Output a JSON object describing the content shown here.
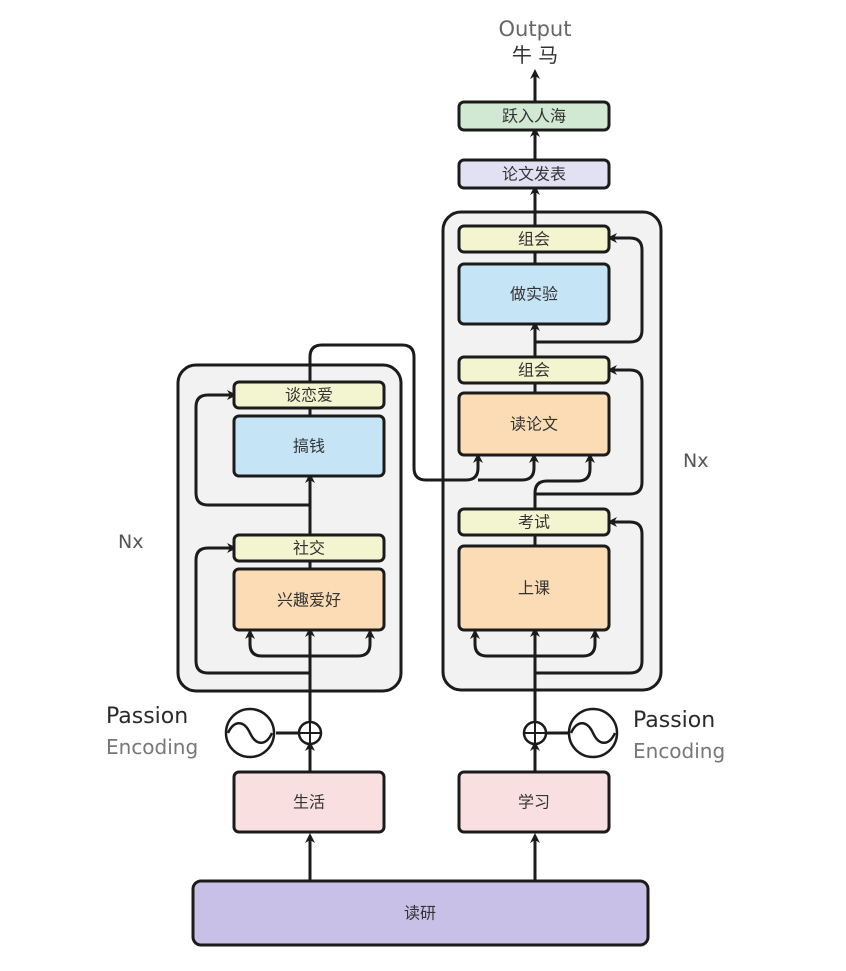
{
  "output": {
    "title": "Output",
    "subtitle": "牛 马"
  },
  "decoder_top": {
    "final_box": "跃入人海",
    "linear_box": "论文发表"
  },
  "encoder": {
    "repeat_label": "Nx",
    "add_norm_top": "谈恋爱",
    "feed_forward": "搞钱",
    "add_norm_bottom": "社交",
    "attention": "兴趣爱好"
  },
  "decoder": {
    "repeat_label": "Nx",
    "add_norm_top": "组会",
    "feed_forward": "做实验",
    "add_norm_mid": "组会",
    "cross_attention": "读论文",
    "add_norm_bottom": "考试",
    "masked_attention": "上课"
  },
  "positional_encoding": {
    "left": {
      "line1": "Passion",
      "line2": "Encoding"
    },
    "right": {
      "line1": "Passion",
      "line2": "Encoding"
    }
  },
  "embeddings": {
    "left": "生活",
    "right": "学习"
  },
  "base_input": "读研",
  "colors": {
    "add_norm": "#f2f5cf",
    "feed_forward": "#c5e4f5",
    "attention": "#fbdcb5",
    "embedding": "#f9dfe0",
    "linear": "#e2e0f3",
    "softmax": "#d1e8d2",
    "base": "#c8c0e6",
    "block_bg": "#f2f2f3",
    "stroke": "#1b1b1b"
  }
}
